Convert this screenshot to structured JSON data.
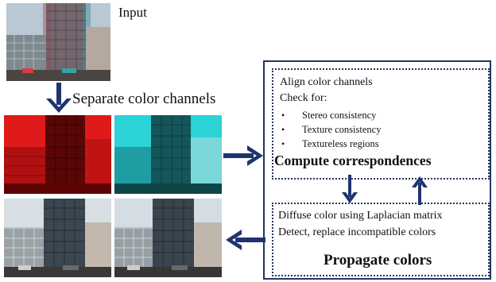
{
  "input_label": "Input",
  "separate_label": "Separate color channels",
  "compute": {
    "line1": "Align color channels",
    "line2": "Check for:",
    "bullets": [
      "Stereo consistency",
      "Texture consistency",
      "Textureless regions"
    ],
    "title": "Compute correspondences"
  },
  "propagate": {
    "line1": "Diffuse color using Laplacian matrix",
    "line2": "Detect, replace incompatible colors",
    "title": "Propagate colors"
  },
  "colors": {
    "arrow": "#1f3470",
    "box_border": "#24365e",
    "red_channel": "#c81818",
    "cyan_channel": "#20c8cc"
  }
}
